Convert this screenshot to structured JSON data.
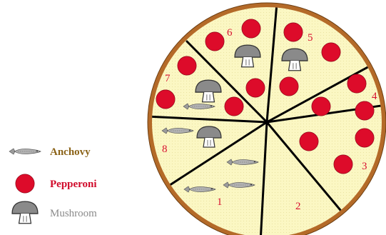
{
  "colors": {
    "crust": "#b46a28",
    "cheese": "#fbf7c3",
    "cut": "#000000",
    "pepperoni": "#dd0b2a",
    "mushroom_cap": "#8a8a8a",
    "mushroom_stem": "#ffffff",
    "anchovy": "#a8a8a8",
    "slice_number": "#d81030"
  },
  "legend": [
    {
      "icon": "anchovy-icon",
      "label": "Anchovy",
      "color": "#8b6318"
    },
    {
      "icon": "pepperoni-icon",
      "label": "Pepperoni",
      "color": "#d00a2a"
    },
    {
      "icon": "mushroom-icon",
      "label": "Mushroom",
      "color": "#8a8a8a"
    }
  ],
  "slices": [
    {
      "number": "1",
      "toppings": [
        "anchovy",
        "anchovy",
        "anchovy"
      ]
    },
    {
      "number": "2",
      "toppings": []
    },
    {
      "number": "3",
      "toppings": [
        "pepperoni",
        "pepperoni",
        "pepperoni"
      ]
    },
    {
      "number": "4",
      "toppings": [
        "pepperoni",
        "pepperoni",
        "pepperoni"
      ]
    },
    {
      "number": "5",
      "toppings": [
        "pepperoni",
        "pepperoni",
        "pepperoni",
        "mushroom"
      ]
    },
    {
      "number": "6",
      "toppings": [
        "pepperoni",
        "pepperoni",
        "pepperoni",
        "mushroom"
      ]
    },
    {
      "number": "7",
      "toppings": [
        "pepperoni",
        "pepperoni",
        "pepperoni",
        "mushroom",
        "anchovy"
      ]
    },
    {
      "number": "8",
      "toppings": [
        "mushroom",
        "anchovy"
      ]
    }
  ]
}
